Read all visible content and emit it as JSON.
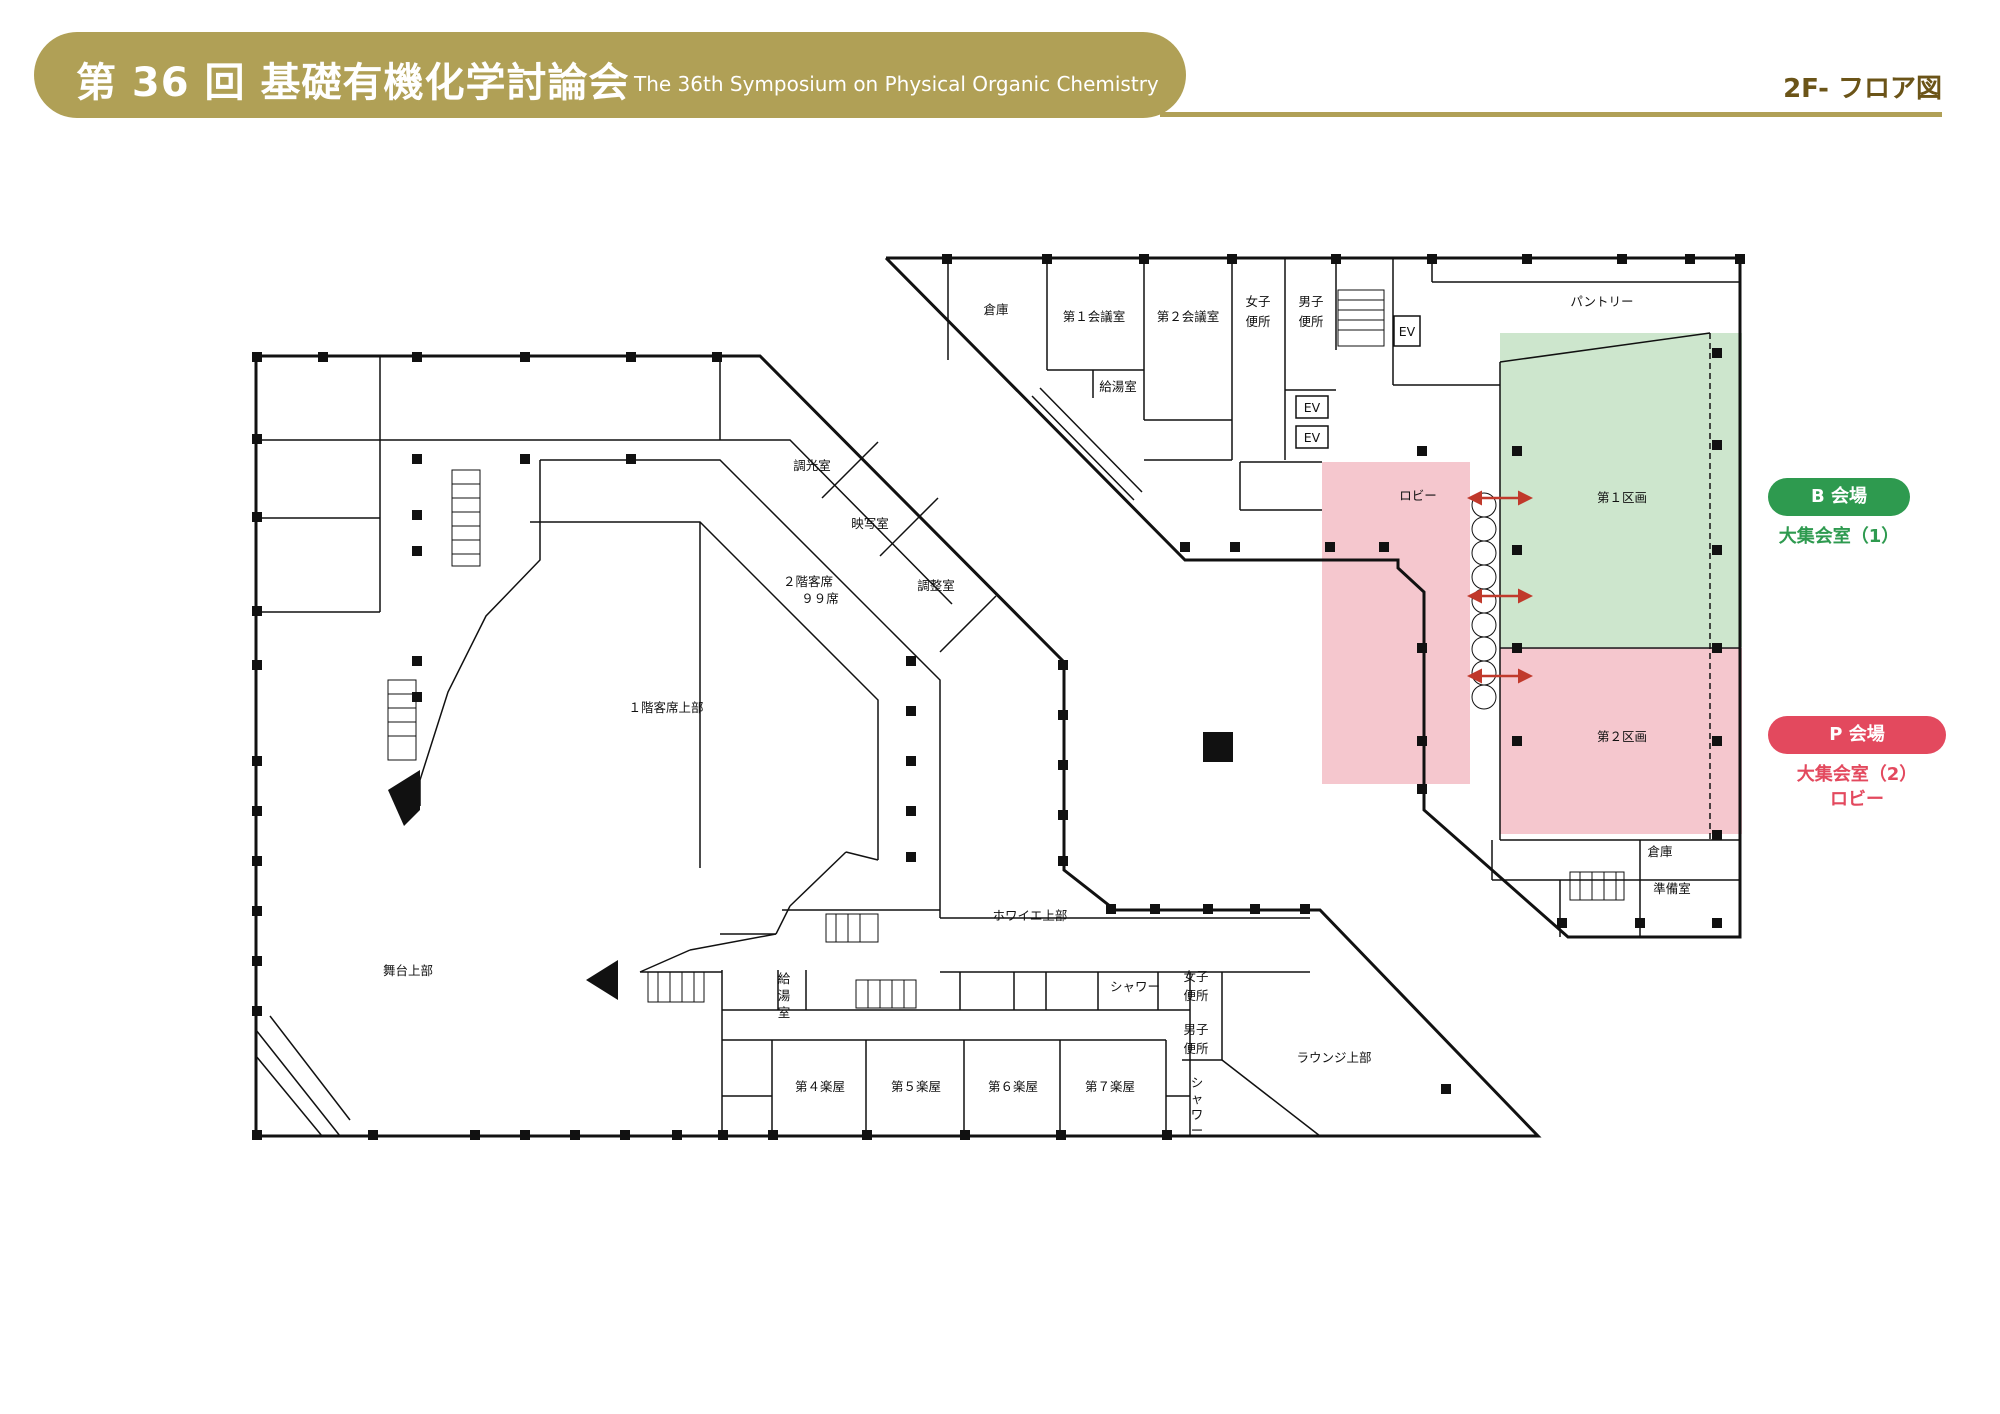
{
  "header": {
    "title": "第 36 回 基礎有機化学討論会",
    "subtitle": "The 36th Symposium on Physical Organic Chemistry",
    "page_label": "2F- フロア図"
  },
  "colors": {
    "header_band": "#b0a056",
    "venue_b": "#2e9a4f",
    "venue_p": "#e3495e",
    "hall_1_fill": "#cde6cd",
    "hall_2_fill": "#f5c7ce",
    "lobby_fill": "#f5c7ce",
    "arrow": "#c0392b"
  },
  "venues": {
    "b": {
      "badge": "B 会場",
      "name": "大集会室（1）"
    },
    "p": {
      "badge": "P 会場",
      "name_line1": "大集会室（2）",
      "name_line2": "ロビー"
    }
  },
  "rooms": {
    "soko_top": "倉庫",
    "kaigi1": "第１会議室",
    "kaigi2": "第２会議室",
    "joshi_top_1": "女子",
    "joshi_top_2": "便所",
    "danshi_top_1": "男子",
    "danshi_top_2": "便所",
    "ev_1": "EV",
    "ev_2": "EV",
    "ev_3": "EV",
    "pantry": "パントリー",
    "kyuto_top": "給湯室",
    "lobby": "ロビー",
    "hall1": "第１区画",
    "hall2": "第２区画",
    "soko_bottom": "倉庫",
    "junbi": "準備室",
    "chokou": "調光室",
    "eisha": "映写室",
    "chosei": "調整室",
    "seat2_1": "２階客席",
    "seat2_2": "９９席",
    "seat1": "１階客席上部",
    "butai": "舞台上部",
    "foyer": "ホワイエ上部",
    "kyuto_bottom_1": "給",
    "kyuto_bottom_2": "湯",
    "kyuto_bottom_3": "室",
    "shower_1": "シャワー",
    "joshi_bottom_1": "女子",
    "joshi_bottom_2": "便所",
    "danshi_bottom_1": "男子",
    "danshi_bottom_2": "便所",
    "shower_v_1": "シ",
    "shower_v_2": "ャ",
    "shower_v_3": "ワ",
    "shower_v_4": "ー",
    "lounge": "ラウンジ上部",
    "gakuya4": "第４楽屋",
    "gakuya5": "第５楽屋",
    "gakuya6": "第６楽屋",
    "gakuya7": "第７楽屋"
  }
}
